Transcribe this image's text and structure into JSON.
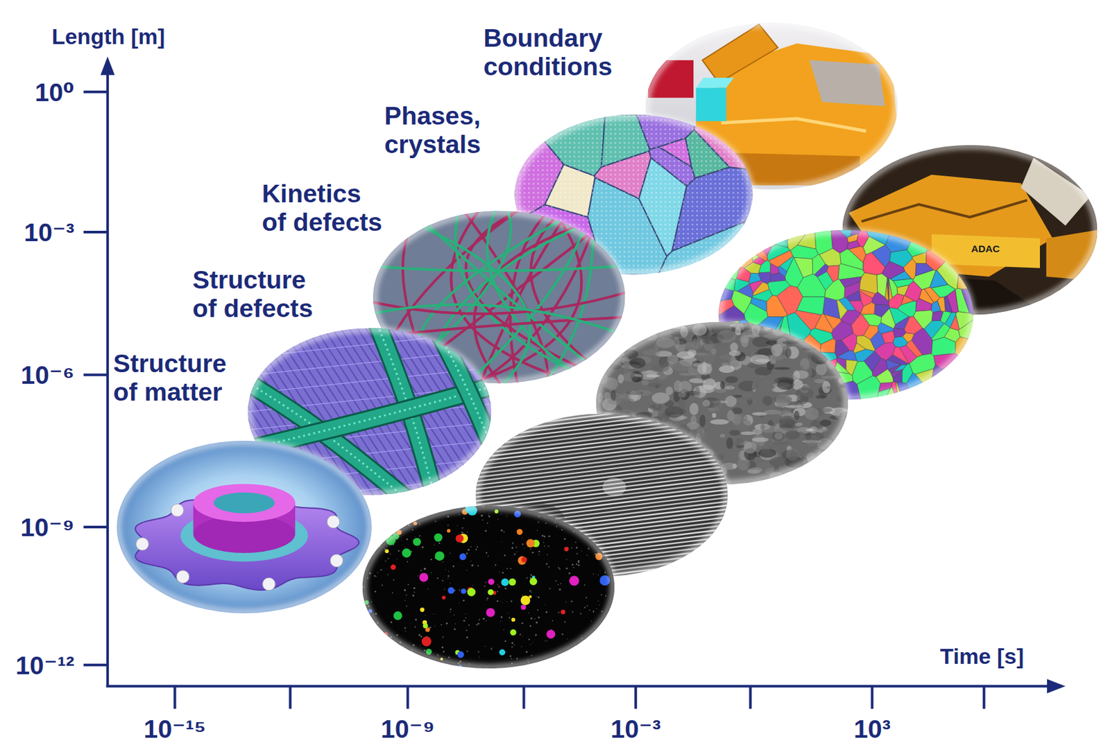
{
  "diagram": {
    "labels": [
      "Length [m]",
      "10⁰",
      "10⁻³",
      "10⁻⁶",
      "10⁻⁹",
      "10⁻¹²",
      "Time [s]",
      "10⁻¹⁵",
      "10⁻⁹",
      "10⁻³",
      "10³",
      "Structure of matter",
      "Structure of defects",
      "Kinetics of defects",
      "Phases, crystals",
      "Boundary conditions",
      "ADAC"
    ]
  }
}
